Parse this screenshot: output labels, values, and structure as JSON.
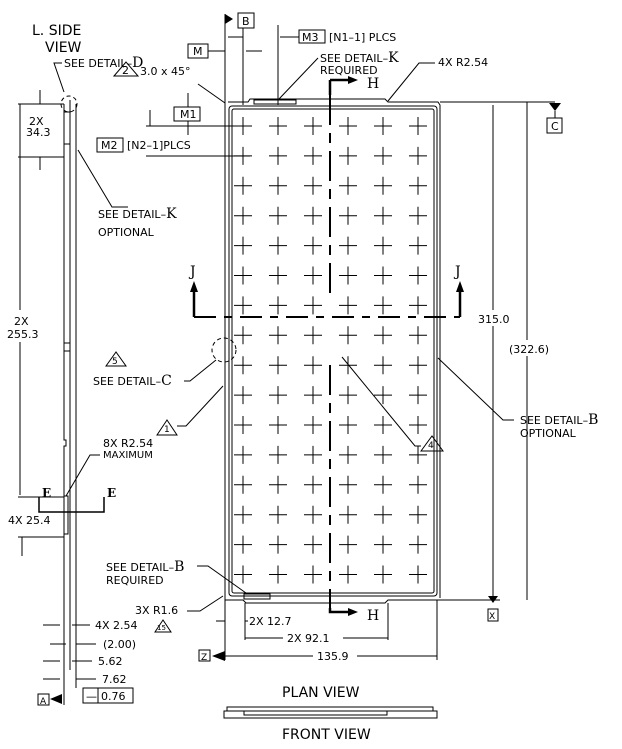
{
  "views": {
    "side_view_title_1": "L. SIDE",
    "side_view_title_2": "VIEW",
    "plan_view_title": "PLAN VIEW",
    "front_view_title": "FRONT VIEW"
  },
  "datums": {
    "B": "B",
    "C": "C",
    "M": "M",
    "M1": "M1",
    "M2": "M2",
    "M3": "M3",
    "A": "A",
    "X": "X",
    "Z": "Z"
  },
  "callouts": {
    "see_detail_d": "SEE DETAIL–",
    "detail_d_letter": "D",
    "chamfer": "3.0 x 45°",
    "chamfer_flag": "2",
    "m2_plcs": "[N2–1]PLCS",
    "m3_plcs": "[N1–1] PLCS",
    "see_detail_k_req": "SEE DETAIL–",
    "detail_k_letter": "K",
    "required": "REQUIRED",
    "radius_top": "4X R2.54",
    "see_detail_k_opt": "SEE DETAIL–",
    "optional": "OPTIONAL",
    "flag_5": "5",
    "see_detail_c": "SEE DETAIL–",
    "detail_c_letter": "C",
    "flag_1": "1",
    "radius_8x": "8X R2.54",
    "maximum": "MAXIMUM",
    "flag_4": "4",
    "see_detail_b_opt": "SEE DETAIL–",
    "detail_b_letter": "B",
    "see_detail_b_req": "SEE DETAIL–",
    "radius_3x": "3X R1.6",
    "flag_15": "15",
    "section_j": "J",
    "section_h": "H",
    "section_e": "E"
  },
  "dimensions": {
    "d_34_3_a": "2X",
    "d_34_3_b": "34.3",
    "d_255_3_a": "2X",
    "d_255_3_b": "255.3",
    "d_25_4": "4X  25.4",
    "d_2_54": "4X  2.54",
    "d_2_00": "(2.00)",
    "d_5_62": "5.62",
    "d_7_62": "7.62",
    "flatness_symbol": "—",
    "flatness_value": "0.76",
    "d_315": "315.0",
    "d_322_6": "(322.6)",
    "d_12_7": "2X  12.7",
    "d_92_1": "2X  92.1",
    "d_135_9": "135.9"
  },
  "grid": {
    "columns": 6,
    "rows": 16
  }
}
